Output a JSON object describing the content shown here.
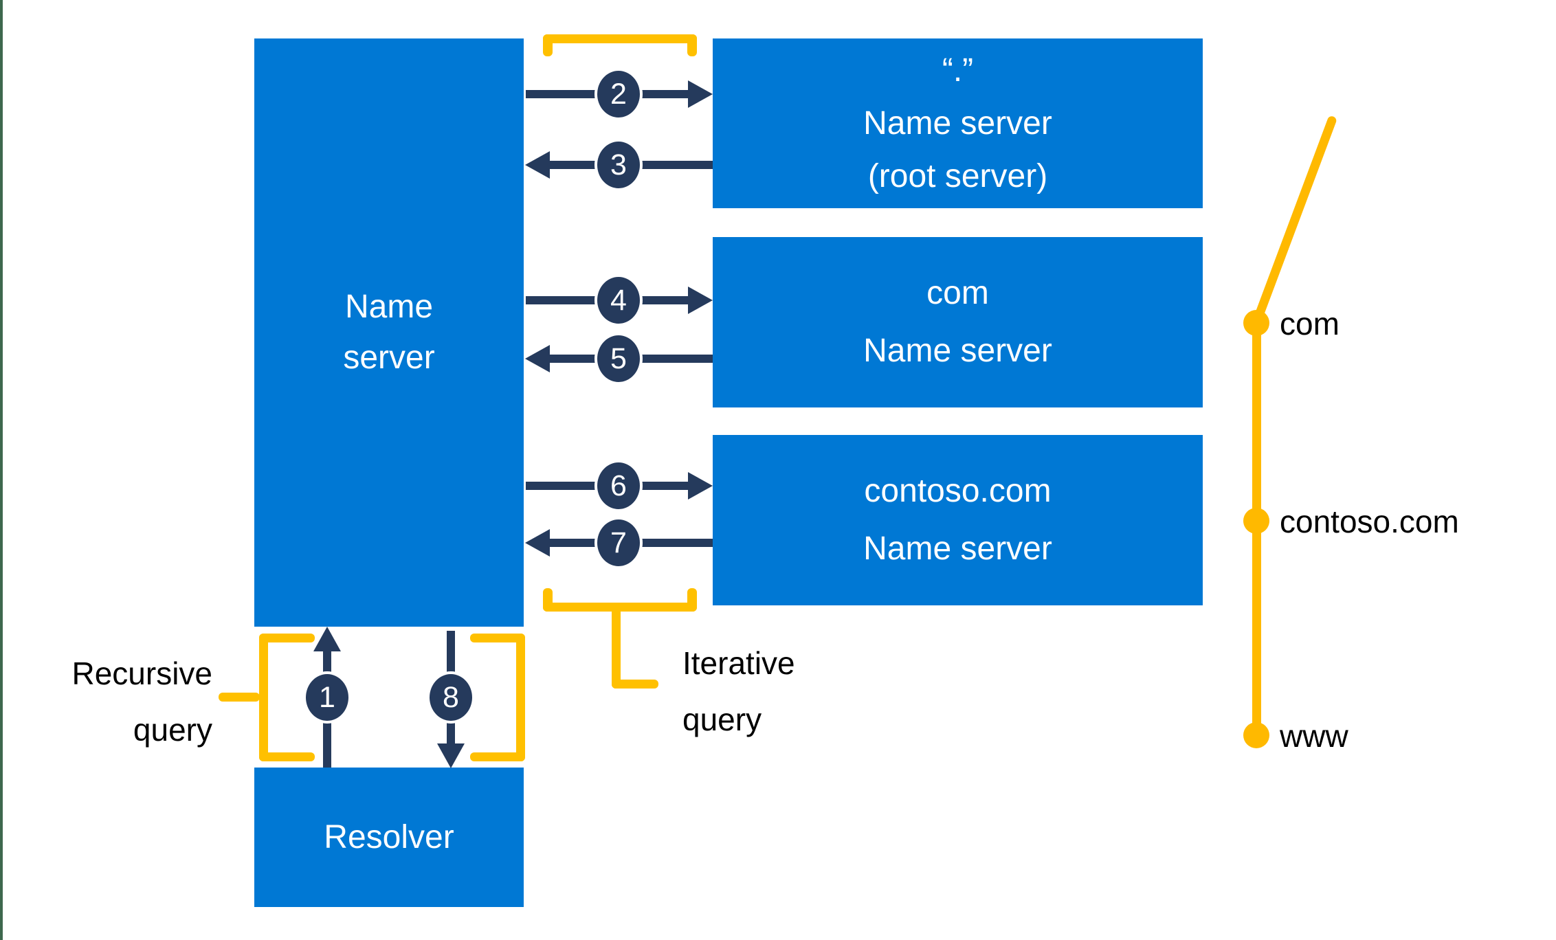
{
  "nodes": {
    "name_server": {
      "lines": [
        "Name",
        "server"
      ]
    },
    "resolver": {
      "label": "Resolver"
    },
    "root_server": {
      "lines": [
        "“.”",
        "Name server",
        "(root server)"
      ]
    },
    "com_server": {
      "lines": [
        "com",
        "Name server"
      ]
    },
    "contoso_server": {
      "lines": [
        "contoso.com",
        "Name server"
      ]
    }
  },
  "steps": [
    "1",
    "2",
    "3",
    "4",
    "5",
    "6",
    "7",
    "8"
  ],
  "annotations": {
    "recursive_query": {
      "lines": [
        "Recursive",
        "query"
      ]
    },
    "iterative_query": {
      "lines": [
        "Iterative",
        "query"
      ]
    }
  },
  "timeline": {
    "labels": [
      "com",
      "contoso.com",
      "www"
    ]
  },
  "colors": {
    "server_blue": "#0078D4",
    "arrow_navy": "#253A5C",
    "bracket_gold": "#FFC000",
    "timeline_gold": "#FFB900",
    "edge_green": "#3E684E",
    "label_black": "#000000"
  }
}
